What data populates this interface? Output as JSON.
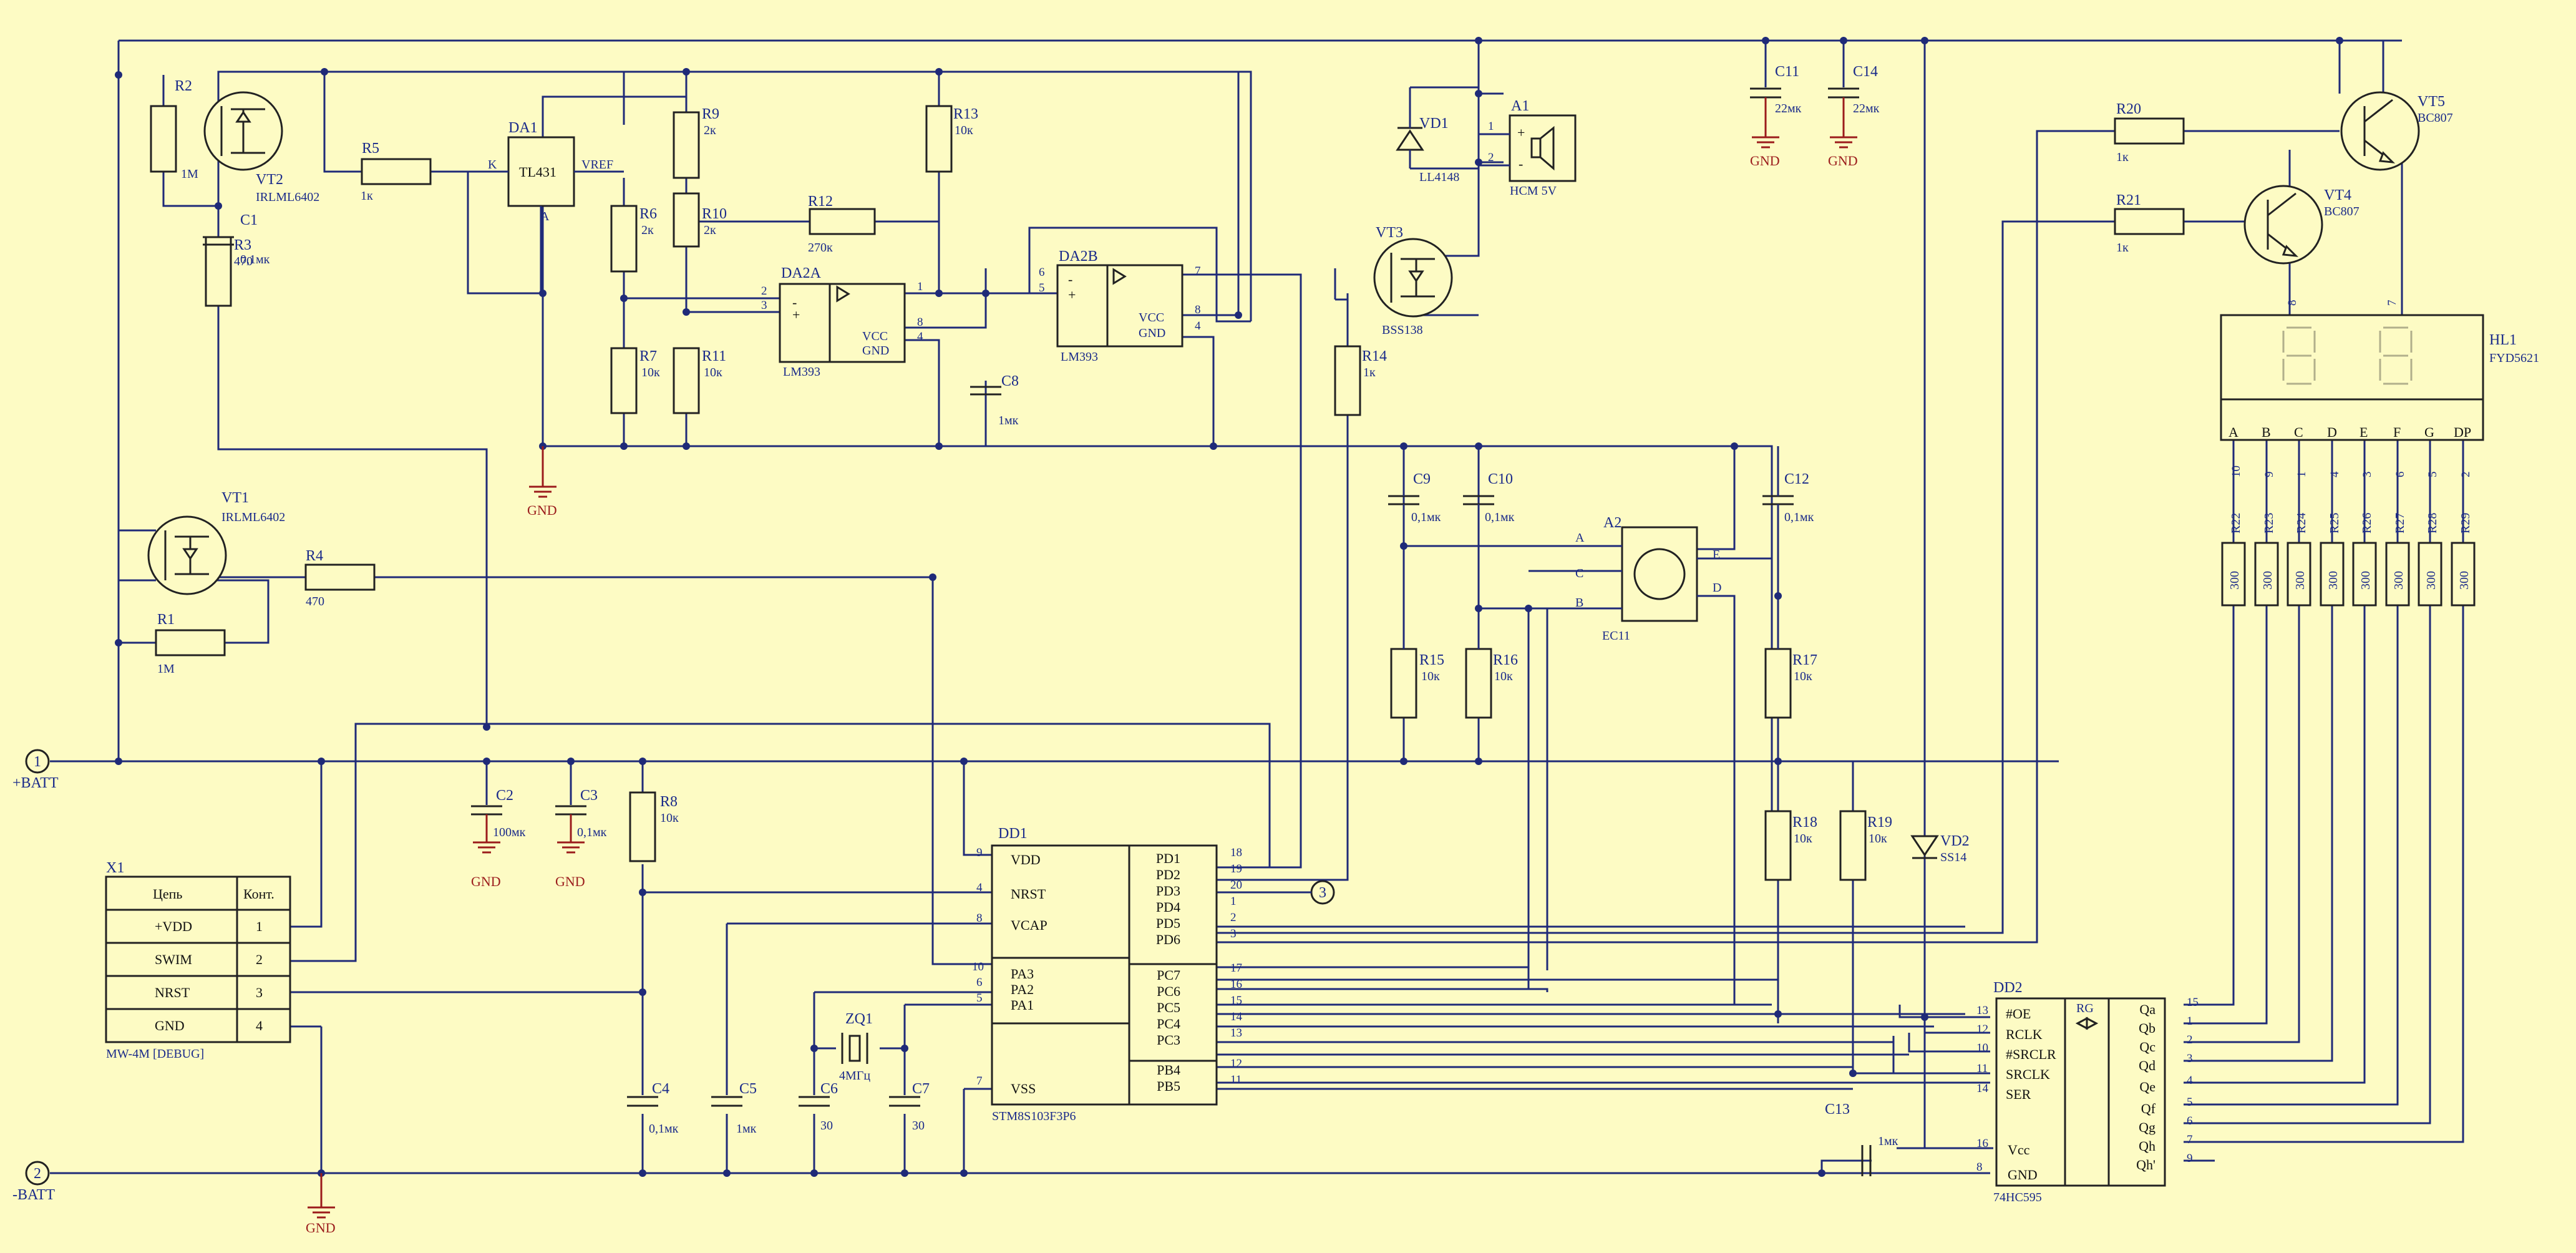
{
  "colors": {
    "background": "#fdfbc4",
    "wire": "#1f2a78",
    "text": "#1a2a8a",
    "ground": "#9b1b1b"
  },
  "connectors": {
    "batt_plus": "+BATT",
    "batt_minus": "-BATT",
    "c1": "1",
    "c2": "2",
    "c3": "3"
  },
  "transistors": {
    "vt1": {
      "ref": "VT1",
      "part": "IRLML6402"
    },
    "vt2": {
      "ref": "VT2",
      "part": "IRLML6402"
    },
    "vt3": {
      "ref": "VT3",
      "part": "BSS138"
    },
    "vt4": {
      "ref": "VT4",
      "part": "BC807"
    },
    "vt5": {
      "ref": "VT5",
      "part": "BC807"
    }
  },
  "resistors": {
    "r1": {
      "ref": "R1",
      "value": "1M"
    },
    "r2": {
      "ref": "R2",
      "value": "1M"
    },
    "r3": {
      "ref": "R3",
      "value": "470"
    },
    "r4": {
      "ref": "R4",
      "value": "470"
    },
    "r5": {
      "ref": "R5",
      "value": "1к"
    },
    "r6": {
      "ref": "R6",
      "value": "2к"
    },
    "r7": {
      "ref": "R7",
      "value": "10к"
    },
    "r8": {
      "ref": "R8",
      "value": "10к"
    },
    "r9": {
      "ref": "R9",
      "value": "2к"
    },
    "r10": {
      "ref": "R10",
      "value": "2к"
    },
    "r11": {
      "ref": "R11",
      "value": "10к"
    },
    "r12": {
      "ref": "R12",
      "value": "270к"
    },
    "r13": {
      "ref": "R13",
      "value": "10к"
    },
    "r14": {
      "ref": "R14",
      "value": "1к"
    },
    "r15": {
      "ref": "R15",
      "value": "10к"
    },
    "r16": {
      "ref": "R16",
      "value": "10к"
    },
    "r17": {
      "ref": "R17",
      "value": "10к"
    },
    "r18": {
      "ref": "R18",
      "value": "10к"
    },
    "r19": {
      "ref": "R19",
      "value": "10к"
    },
    "r20": {
      "ref": "R20",
      "value": "1к"
    },
    "r21": {
      "ref": "R21",
      "value": "1к"
    }
  },
  "seg_resistors": {
    "refs": [
      "R22",
      "R23",
      "R24",
      "R25",
      "R26",
      "R27",
      "R28",
      "R29"
    ],
    "value": "300"
  },
  "capacitors": {
    "c1": {
      "ref": "C1",
      "value": "0,1мк"
    },
    "c2": {
      "ref": "C2",
      "value": "100мк"
    },
    "c3": {
      "ref": "C3",
      "value": "0,1мк"
    },
    "c4": {
      "ref": "C4",
      "value": "0,1мк"
    },
    "c5": {
      "ref": "C5",
      "value": "1мк"
    },
    "c6": {
      "ref": "C6",
      "value": "30"
    },
    "c7": {
      "ref": "C7",
      "value": "30"
    },
    "c8": {
      "ref": "C8",
      "value": "1мк"
    },
    "c9": {
      "ref": "C9",
      "value": "0,1мк"
    },
    "c10": {
      "ref": "C10",
      "value": "0,1мк"
    },
    "c11": {
      "ref": "C11",
      "value": "22мк"
    },
    "c12": {
      "ref": "C12",
      "value": "0,1мк"
    },
    "c13": {
      "ref": "C13",
      "value": "1мк"
    },
    "c14": {
      "ref": "C14",
      "value": "22мк"
    }
  },
  "diodes": {
    "vd1": {
      "ref": "VD1",
      "part": "LL4148"
    },
    "vd2": {
      "ref": "VD2",
      "part": "SS14"
    }
  },
  "da1": {
    "ref": "DA1",
    "part": "TL431",
    "k": "K",
    "a": "A",
    "vref": "VREF"
  },
  "da2a": {
    "ref": "DA2A",
    "part": "LM393",
    "minus": "-",
    "plus": "+",
    "vcc": "VCC",
    "gnd": "GND",
    "p2": "2",
    "p3": "3",
    "p1": "1",
    "p8": "8",
    "p4": "4"
  },
  "da2b": {
    "ref": "DA2B",
    "part": "LM393",
    "minus": "-",
    "plus": "+",
    "vcc": "VCC",
    "gnd": "GND",
    "p6": "6",
    "p5": "5",
    "p7": "7",
    "p8": "8",
    "p4": "4"
  },
  "a1": {
    "ref": "A1",
    "part": "НСМ 5V",
    "p1": "1",
    "p2": "2",
    "plus": "+",
    "minus": "-"
  },
  "a2": {
    "ref": "A2",
    "part": "EC11",
    "A": "A",
    "C": "C",
    "B": "B",
    "E": "E",
    "D": "D"
  },
  "zq1": {
    "ref": "ZQ1",
    "value": "4МГц"
  },
  "ground_label": "GND",
  "x1": {
    "ref": "X1",
    "part": "MW-4M [DEBUG]",
    "head_signal": "Цепь",
    "head_pin": "Конт.",
    "rows": [
      {
        "signal": "+VDD",
        "pin": "1"
      },
      {
        "signal": "SWIM",
        "pin": "2"
      },
      {
        "signal": "NRST",
        "pin": "3"
      },
      {
        "signal": "GND",
        "pin": "4"
      }
    ]
  },
  "dd1": {
    "ref": "DD1",
    "part": "STM8S103F3P6",
    "left": [
      {
        "name": "VDD",
        "pin": "9"
      },
      {
        "name": "NRST",
        "pin": "4"
      },
      {
        "name": "VCAP",
        "pin": "8"
      },
      {
        "name": "PA3",
        "pin": "10"
      },
      {
        "name": "PA2",
        "pin": "6"
      },
      {
        "name": "PA1",
        "pin": "5"
      },
      {
        "name": "VSS",
        "pin": "7"
      }
    ],
    "right": [
      {
        "name": "PD1",
        "pin": "18"
      },
      {
        "name": "PD2",
        "pin": "19"
      },
      {
        "name": "PD3",
        "pin": "20"
      },
      {
        "name": "PD4",
        "pin": "1"
      },
      {
        "name": "PD5",
        "pin": "2"
      },
      {
        "name": "PD6",
        "pin": "3"
      },
      {
        "name": "PC7",
        "pin": "17"
      },
      {
        "name": "PC6",
        "pin": "16"
      },
      {
        "name": "PC5",
        "pin": "15"
      },
      {
        "name": "PC4",
        "pin": "14"
      },
      {
        "name": "PC3",
        "pin": "13"
      },
      {
        "name": "PB4",
        "pin": "12"
      },
      {
        "name": "PB5",
        "pin": "11"
      }
    ]
  },
  "dd2": {
    "ref": "DD2",
    "part": "74HC595",
    "tag": "RG",
    "left": [
      {
        "name": "#OE",
        "pin": "13"
      },
      {
        "name": "RCLK",
        "pin": "12"
      },
      {
        "name": "#SRCLR",
        "pin": "10"
      },
      {
        "name": "SRCLK",
        "pin": "11"
      },
      {
        "name": "SER",
        "pin": "14"
      },
      {
        "name": "Vcc",
        "pin": "16"
      },
      {
        "name": "GND",
        "pin": "8"
      }
    ],
    "right": [
      {
        "name": "Qa",
        "pin": "15"
      },
      {
        "name": "Qb",
        "pin": "1"
      },
      {
        "name": "Qc",
        "pin": "2"
      },
      {
        "name": "Qd",
        "pin": "3"
      },
      {
        "name": "Qe",
        "pin": "4"
      },
      {
        "name": "Qf",
        "pin": "5"
      },
      {
        "name": "Qg",
        "pin": "6"
      },
      {
        "name": "Qh",
        "pin": "7"
      },
      {
        "name": "Qh'",
        "pin": "9"
      }
    ]
  },
  "hl1": {
    "ref": "HL1",
    "part": "FYD5621",
    "p8": "8",
    "p7": "7",
    "segments": [
      {
        "name": "A",
        "pin": "10"
      },
      {
        "name": "B",
        "pin": "9"
      },
      {
        "name": "C",
        "pin": "1"
      },
      {
        "name": "D",
        "pin": "4"
      },
      {
        "name": "E",
        "pin": "3"
      },
      {
        "name": "F",
        "pin": "6"
      },
      {
        "name": "G",
        "pin": "5"
      },
      {
        "name": "DP",
        "pin": "2"
      }
    ]
  }
}
